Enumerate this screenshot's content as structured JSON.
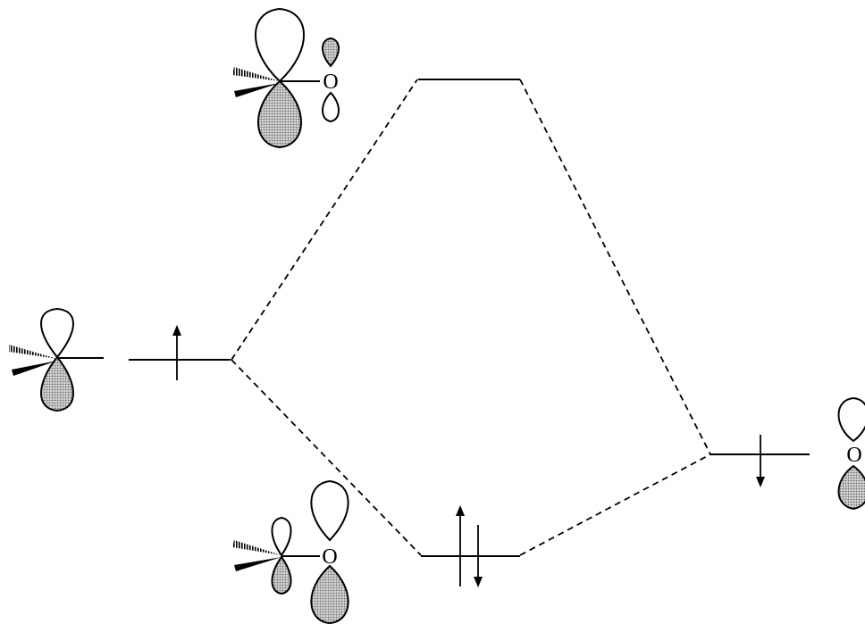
{
  "diagram": {
    "type": "molecular-orbital-energy-diagram",
    "labels": {
      "oxygen_antibonding": "O",
      "oxygen_bonding": "O",
      "oxygen_right": "O"
    },
    "levels": [
      {
        "id": "antibonding",
        "electrons": 0
      },
      {
        "id": "carbon-p",
        "electrons": 1,
        "spin": [
          "up"
        ]
      },
      {
        "id": "bonding",
        "electrons": 2,
        "spin": [
          "up",
          "down"
        ]
      },
      {
        "id": "oxygen-p",
        "electrons": 1,
        "spin": [
          "down"
        ]
      }
    ],
    "colors": {
      "line": "#000000",
      "shaded_lobe": "#b8b8b8",
      "background": "#ffffff"
    }
  }
}
